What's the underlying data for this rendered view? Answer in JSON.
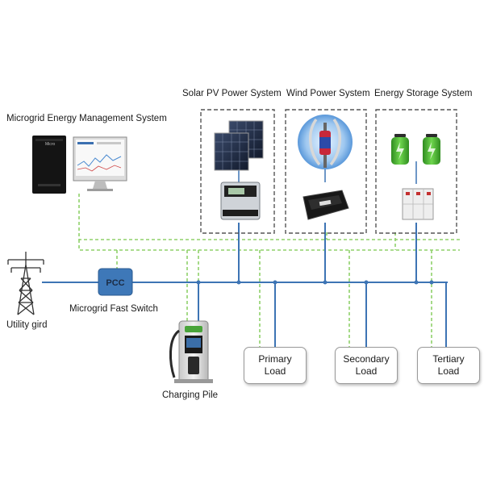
{
  "diagram": {
    "title_ems": "Microgrid Energy Management System",
    "title_solar": "Solar PV Power System",
    "title_wind": "Wind Power System",
    "title_storage": "Energy Storage System",
    "pcc": "PCC",
    "fast_switch": "Microgrid Fast Switch",
    "utility": "Utility gird",
    "charging": "Charging Pile",
    "primary_load_l1": "Primary",
    "primary_load_l2": "Load",
    "secondary_load_l1": "Secondary",
    "secondary_load_l2": "Load",
    "tertiary_load_l1": "Tertiary",
    "tertiary_load_l2": "Load",
    "monitor_brand": "Micro"
  },
  "colors": {
    "bus_line": "#3d74b4",
    "control_line": "#8fd16a",
    "system_box_border": "#555555",
    "pcc_fill": "#3e78b8",
    "battery_green": "#49b833"
  }
}
